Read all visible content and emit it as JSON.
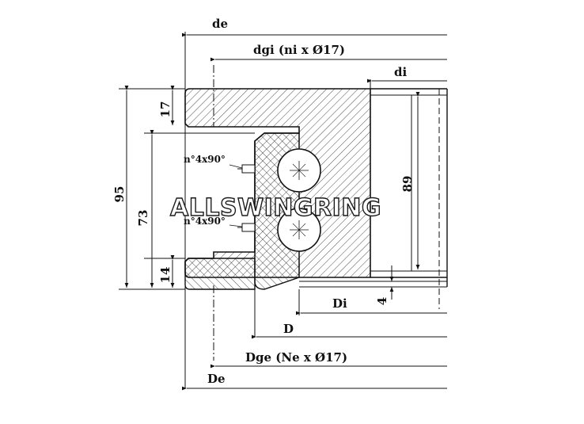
{
  "labels": {
    "de": "de",
    "dgi": "dgi (ni x Ø17)",
    "di": "di",
    "d89": "89",
    "d95": "95",
    "d73": "73",
    "d17": "17",
    "d14": "14",
    "nTop": "n°4x90°",
    "nBottom": "n°4x90°",
    "Di": "Di",
    "d4": "4",
    "D": "D",
    "Dge": "Dge (Ne x Ø17)",
    "De": "De"
  },
  "watermark": "ALLSWINGRING"
}
